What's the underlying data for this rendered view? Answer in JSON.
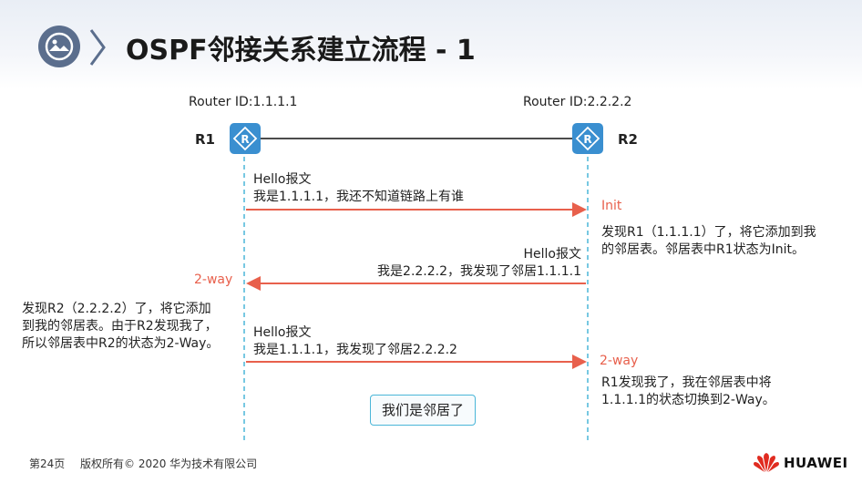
{
  "title": "OSPF邻接关系建立流程 - 1",
  "routers": {
    "r1": {
      "name": "R1",
      "id_label": "Router ID:1.1.1.1"
    },
    "r2": {
      "name": "R2",
      "id_label": "Router ID:2.2.2.2"
    }
  },
  "messages": [
    {
      "direction": "R1->R2",
      "line1": "Hello报文",
      "line2": "我是1.1.1.1，我还不知道链路上有谁"
    },
    {
      "direction": "R2->R1",
      "line1": "Hello报文",
      "line2": "我是2.2.2.2，我发现了邻居1.1.1.1"
    },
    {
      "direction": "R1->R2",
      "line1": "Hello报文",
      "line2": "我是1.1.1.1，我发现了邻居2.2.2.2"
    }
  ],
  "states": {
    "r2_init": "Init",
    "r1_two_way": "2-way",
    "r2_two_way": "2-way"
  },
  "notes": {
    "r2_init_note": [
      "发现R1（1.1.1.1）了，将它添加到我",
      "的邻居表。邻居表中R1状态为Init。"
    ],
    "r1_two_way_note": [
      "发现R2（2.2.2.2）了，将它添加",
      "到我的邻居表。由于R2发现我了，",
      "所以邻居表中R2的状态为2-Way。"
    ],
    "r2_two_way_note": [
      "R1发现我了，我在邻居表中将",
      "1.1.1.1的状态切换到2-Way。"
    ]
  },
  "neighbor_box": "我们是邻居了",
  "footer": {
    "page": "第24页",
    "copyright": "版权所有© 2020 华为技术有限公司",
    "brand": "HUAWEI"
  },
  "colors": {
    "arrow": "#e8604c",
    "dashed_line": "#4ab6d8",
    "router": "#3a8fd0",
    "brand_red": "#e02b20"
  }
}
